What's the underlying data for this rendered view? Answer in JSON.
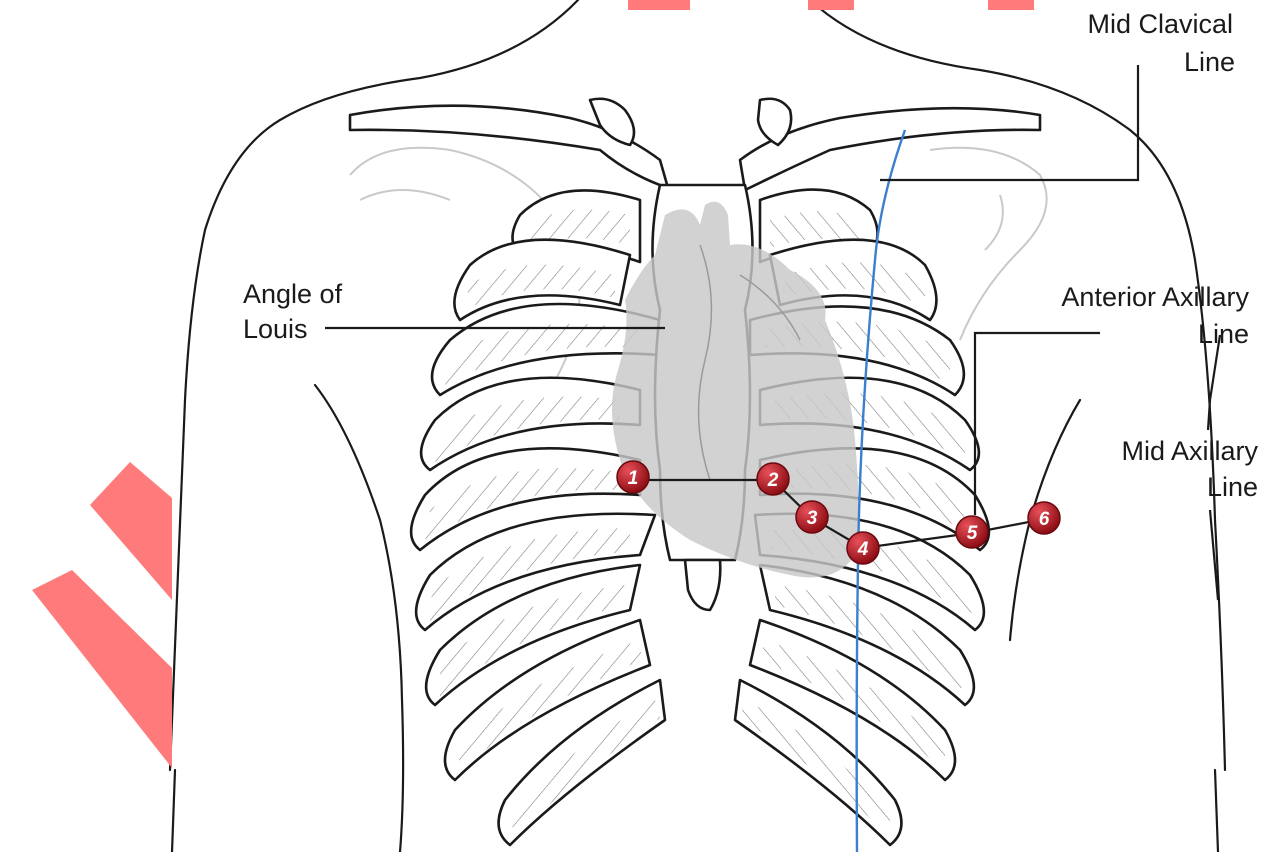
{
  "labels": {
    "mid_clavical_1": "Mid Clavical",
    "mid_clavical_2": "Line",
    "angle_of_louis_1": "Angle of",
    "angle_of_louis_2": "Louis",
    "anterior_axillary_1": "Anterior Axillary",
    "anterior_axillary_2": "Line",
    "mid_axillary_1": "Mid Axillary",
    "mid_axillary_2": "Line"
  },
  "leads": [
    "1",
    "2",
    "3",
    "4",
    "5",
    "6"
  ],
  "colors": {
    "lead_marker": "#b7141c",
    "mid_clavicular_line": "#3a7fd0",
    "heart": "#c8c8c8",
    "watermark": "#ff7b7b"
  }
}
